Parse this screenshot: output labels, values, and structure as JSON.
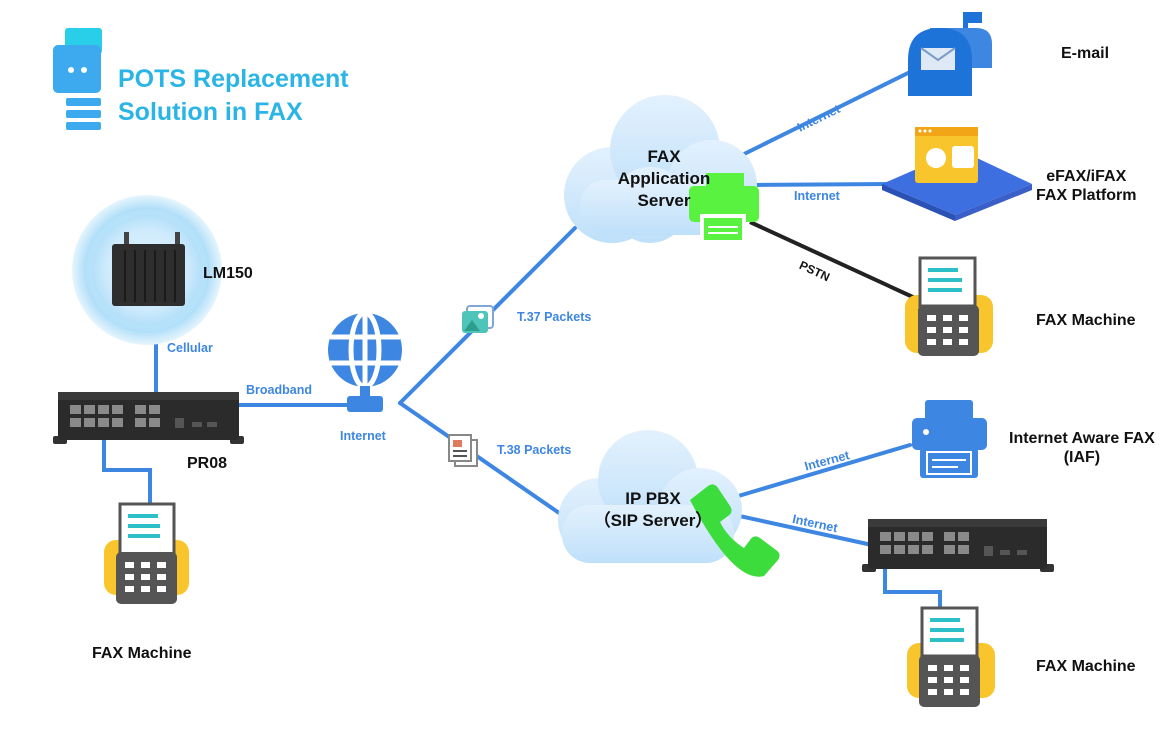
{
  "title": {
    "line1": "POTS Replacement",
    "line2": "Solution in FAX"
  },
  "devices": {
    "lm150": "LM150",
    "pr08": "PR08",
    "fax_left": "FAX Machine",
    "fax_pstn": "FAX Machine",
    "fax_bottom": "FAX Machine",
    "email": "E-mail",
    "efax_line1": "eFAX/iFAX",
    "efax_line2": "FAX Platform",
    "iaf_line1": "Internet Aware FAX",
    "iaf_line2": "(IAF)"
  },
  "clouds": {
    "fax_server": {
      "line1": "FAX",
      "line2": "Application",
      "line3": "Server"
    },
    "ip_pbx": {
      "line1": "IP PBX",
      "line2": "（SIP Server）"
    }
  },
  "links": {
    "cellular": "Cellular",
    "broadband": "Broadband",
    "internet_hub": "Internet",
    "t37": "T.37 Packets",
    "t38": "T.38 Packets",
    "internet_email": "Internet",
    "internet_efax": "Internet",
    "pstn": "PSTN",
    "internet_iaf": "Internet",
    "internet_pr08": "Internet"
  },
  "colors": {
    "accent_blue": "#3d86e2",
    "title_cyan": "#2bb5e6",
    "cloud": "#cde6fb",
    "fax_yellow": "#f9c52d",
    "phone_green": "#3ddc3d",
    "printer_green": "#59f240",
    "pstn_line": "#222222"
  }
}
